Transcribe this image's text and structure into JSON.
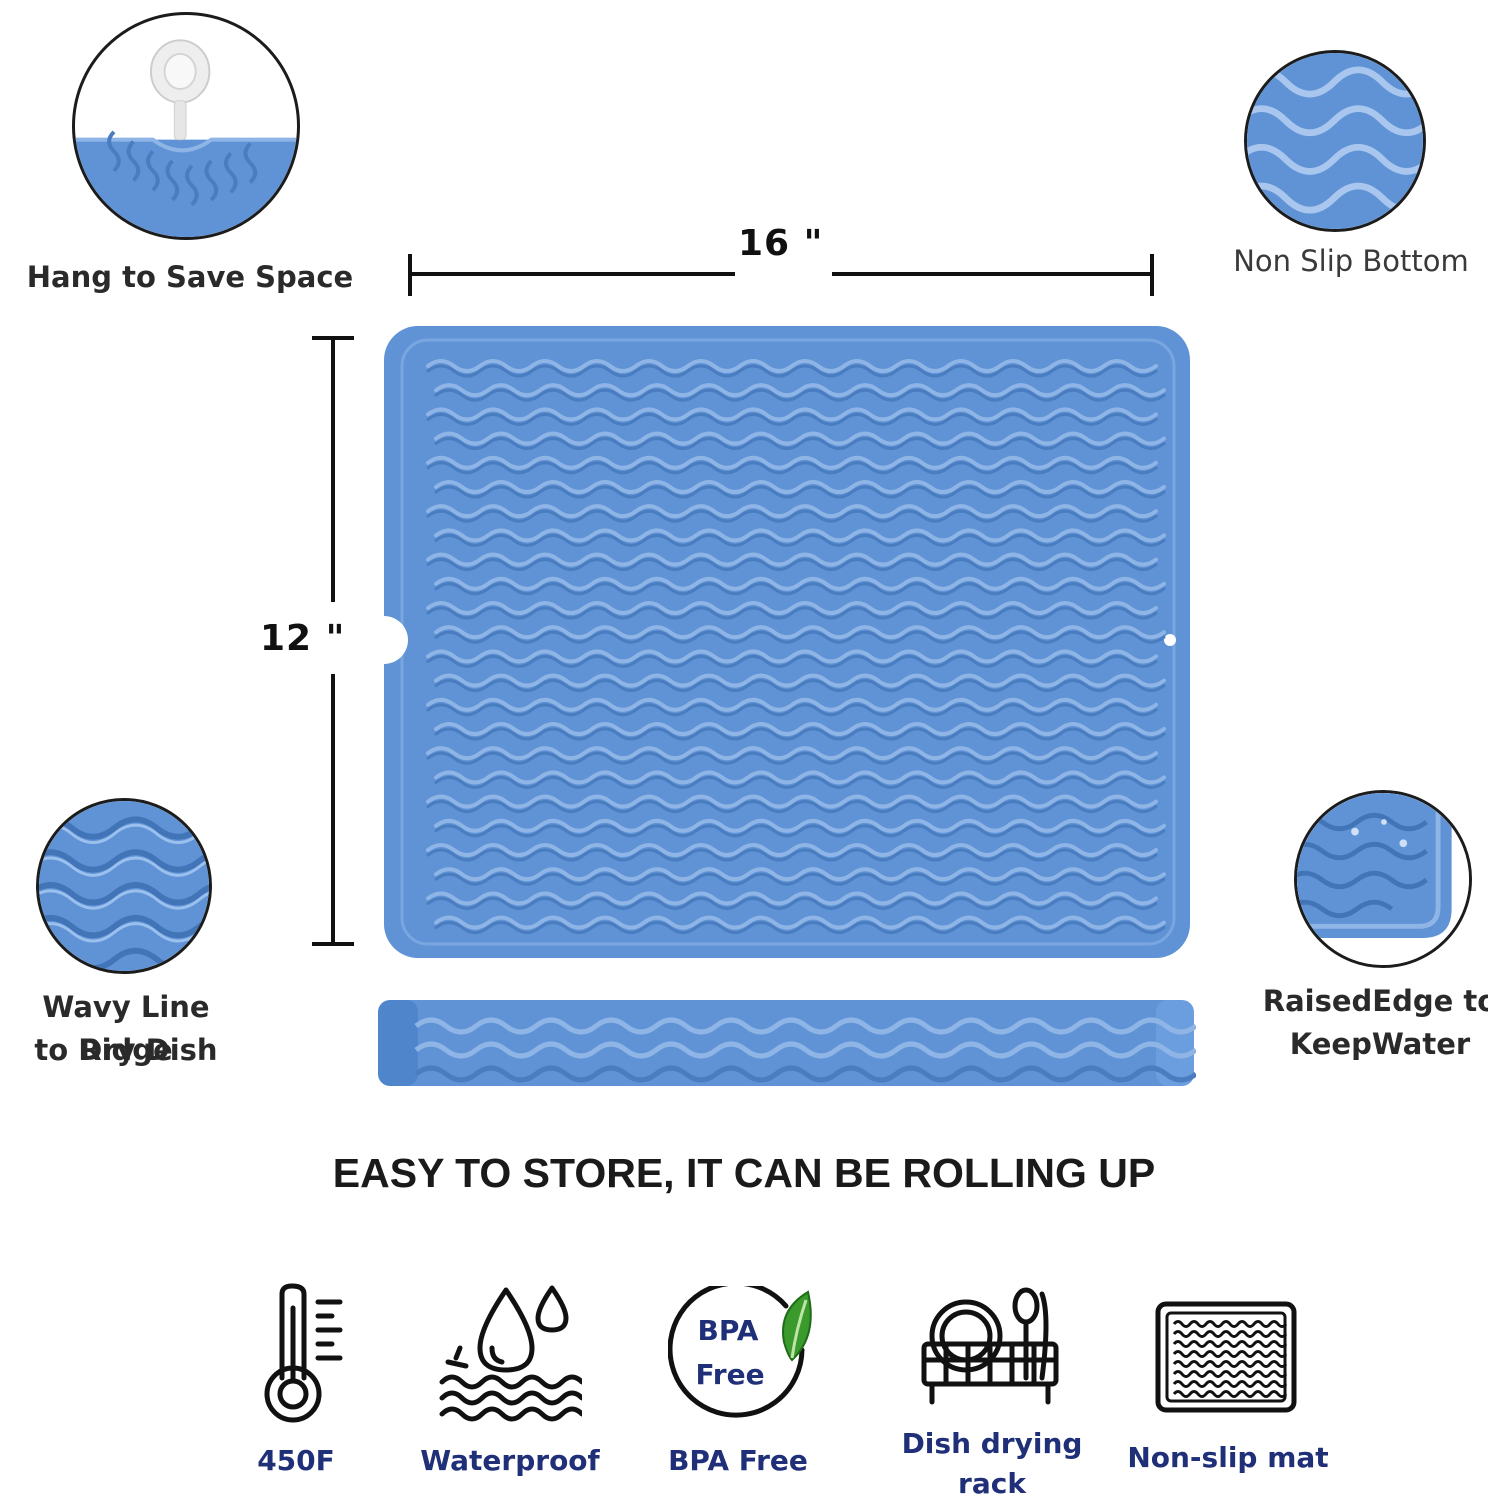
{
  "colors": {
    "mat": "#5f93d6",
    "mat_dark": "#4a7cc0",
    "ridge_light": "#8fb5e6",
    "label_navy": "#1f2f78",
    "leaf_green": "#3a9a2c"
  },
  "callouts": {
    "hang": "Hang to Save Space",
    "non_slip": "Non Slip Bottom",
    "wavy_line1": "Wavy Line Ridge",
    "wavy_line2": "to Dry Dish",
    "raised_line1": "RaisedEdge to",
    "raised_line2": "KeepWater"
  },
  "dimensions": {
    "width": "16 \"",
    "height": "12 \""
  },
  "tagline": "EASY TO STORE, IT CAN BE ROLLING UP",
  "features": [
    {
      "icon": "thermometer-icon",
      "label": "450F"
    },
    {
      "icon": "water-drops-icon",
      "label": "Waterproof"
    },
    {
      "icon": "bpa-free-badge-icon",
      "label": "BPA Free",
      "badge_line1": "BPA",
      "badge_line2": "Free"
    },
    {
      "icon": "dish-rack-icon",
      "label_line1": "Dish drying",
      "label_line2": "rack"
    },
    {
      "icon": "mat-icon",
      "label": "Non-slip mat"
    }
  ]
}
